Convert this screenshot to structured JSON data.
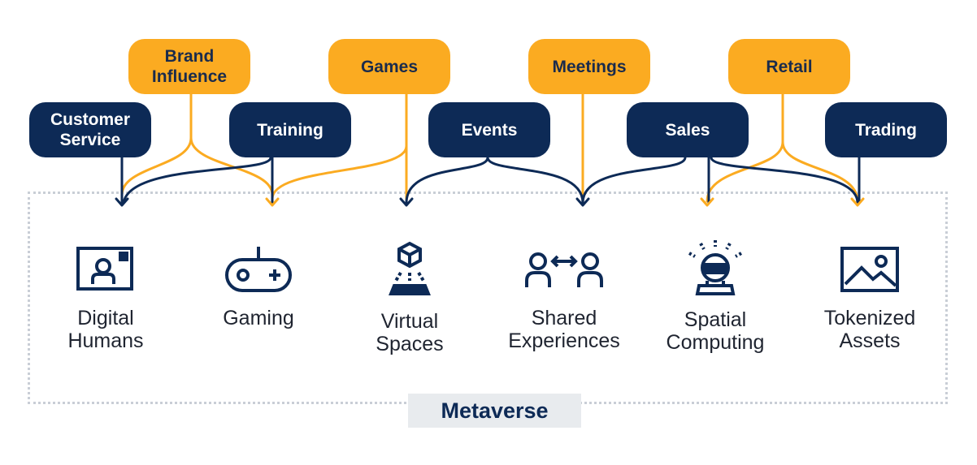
{
  "colors": {
    "orange": "#fbab21",
    "navy": "#0d2a56",
    "text": "#1f2430",
    "frame": "#c9ced6",
    "footer_bg": "#e8ebee"
  },
  "drivers_orange": [
    {
      "id": "brand",
      "label": "Brand\nInfluence"
    },
    {
      "id": "games",
      "label": "Games"
    },
    {
      "id": "meetings",
      "label": "Meetings"
    },
    {
      "id": "retail",
      "label": "Retail"
    }
  ],
  "drivers_navy": [
    {
      "id": "customer",
      "label": "Customer\nService"
    },
    {
      "id": "training",
      "label": "Training"
    },
    {
      "id": "events",
      "label": "Events"
    },
    {
      "id": "sales",
      "label": "Sales"
    },
    {
      "id": "trading",
      "label": "Trading"
    }
  ],
  "capabilities": [
    {
      "id": "digital-humans",
      "label": "Digital\nHumans",
      "icon": "digital-human-icon"
    },
    {
      "id": "gaming",
      "label": "Gaming",
      "icon": "gamepad-icon"
    },
    {
      "id": "virtual-spaces",
      "label": "Virtual\nSpaces",
      "icon": "hologram-cube-icon"
    },
    {
      "id": "shared-experiences",
      "label": "Shared\nExperiences",
      "icon": "people-exchange-icon"
    },
    {
      "id": "spatial-computing",
      "label": "Spatial\nComputing",
      "icon": "vr-headset-icon"
    },
    {
      "id": "tokenized-assets",
      "label": "Tokenized\nAssets",
      "icon": "image-asset-icon"
    }
  ],
  "footer": {
    "label": "Metaverse"
  }
}
